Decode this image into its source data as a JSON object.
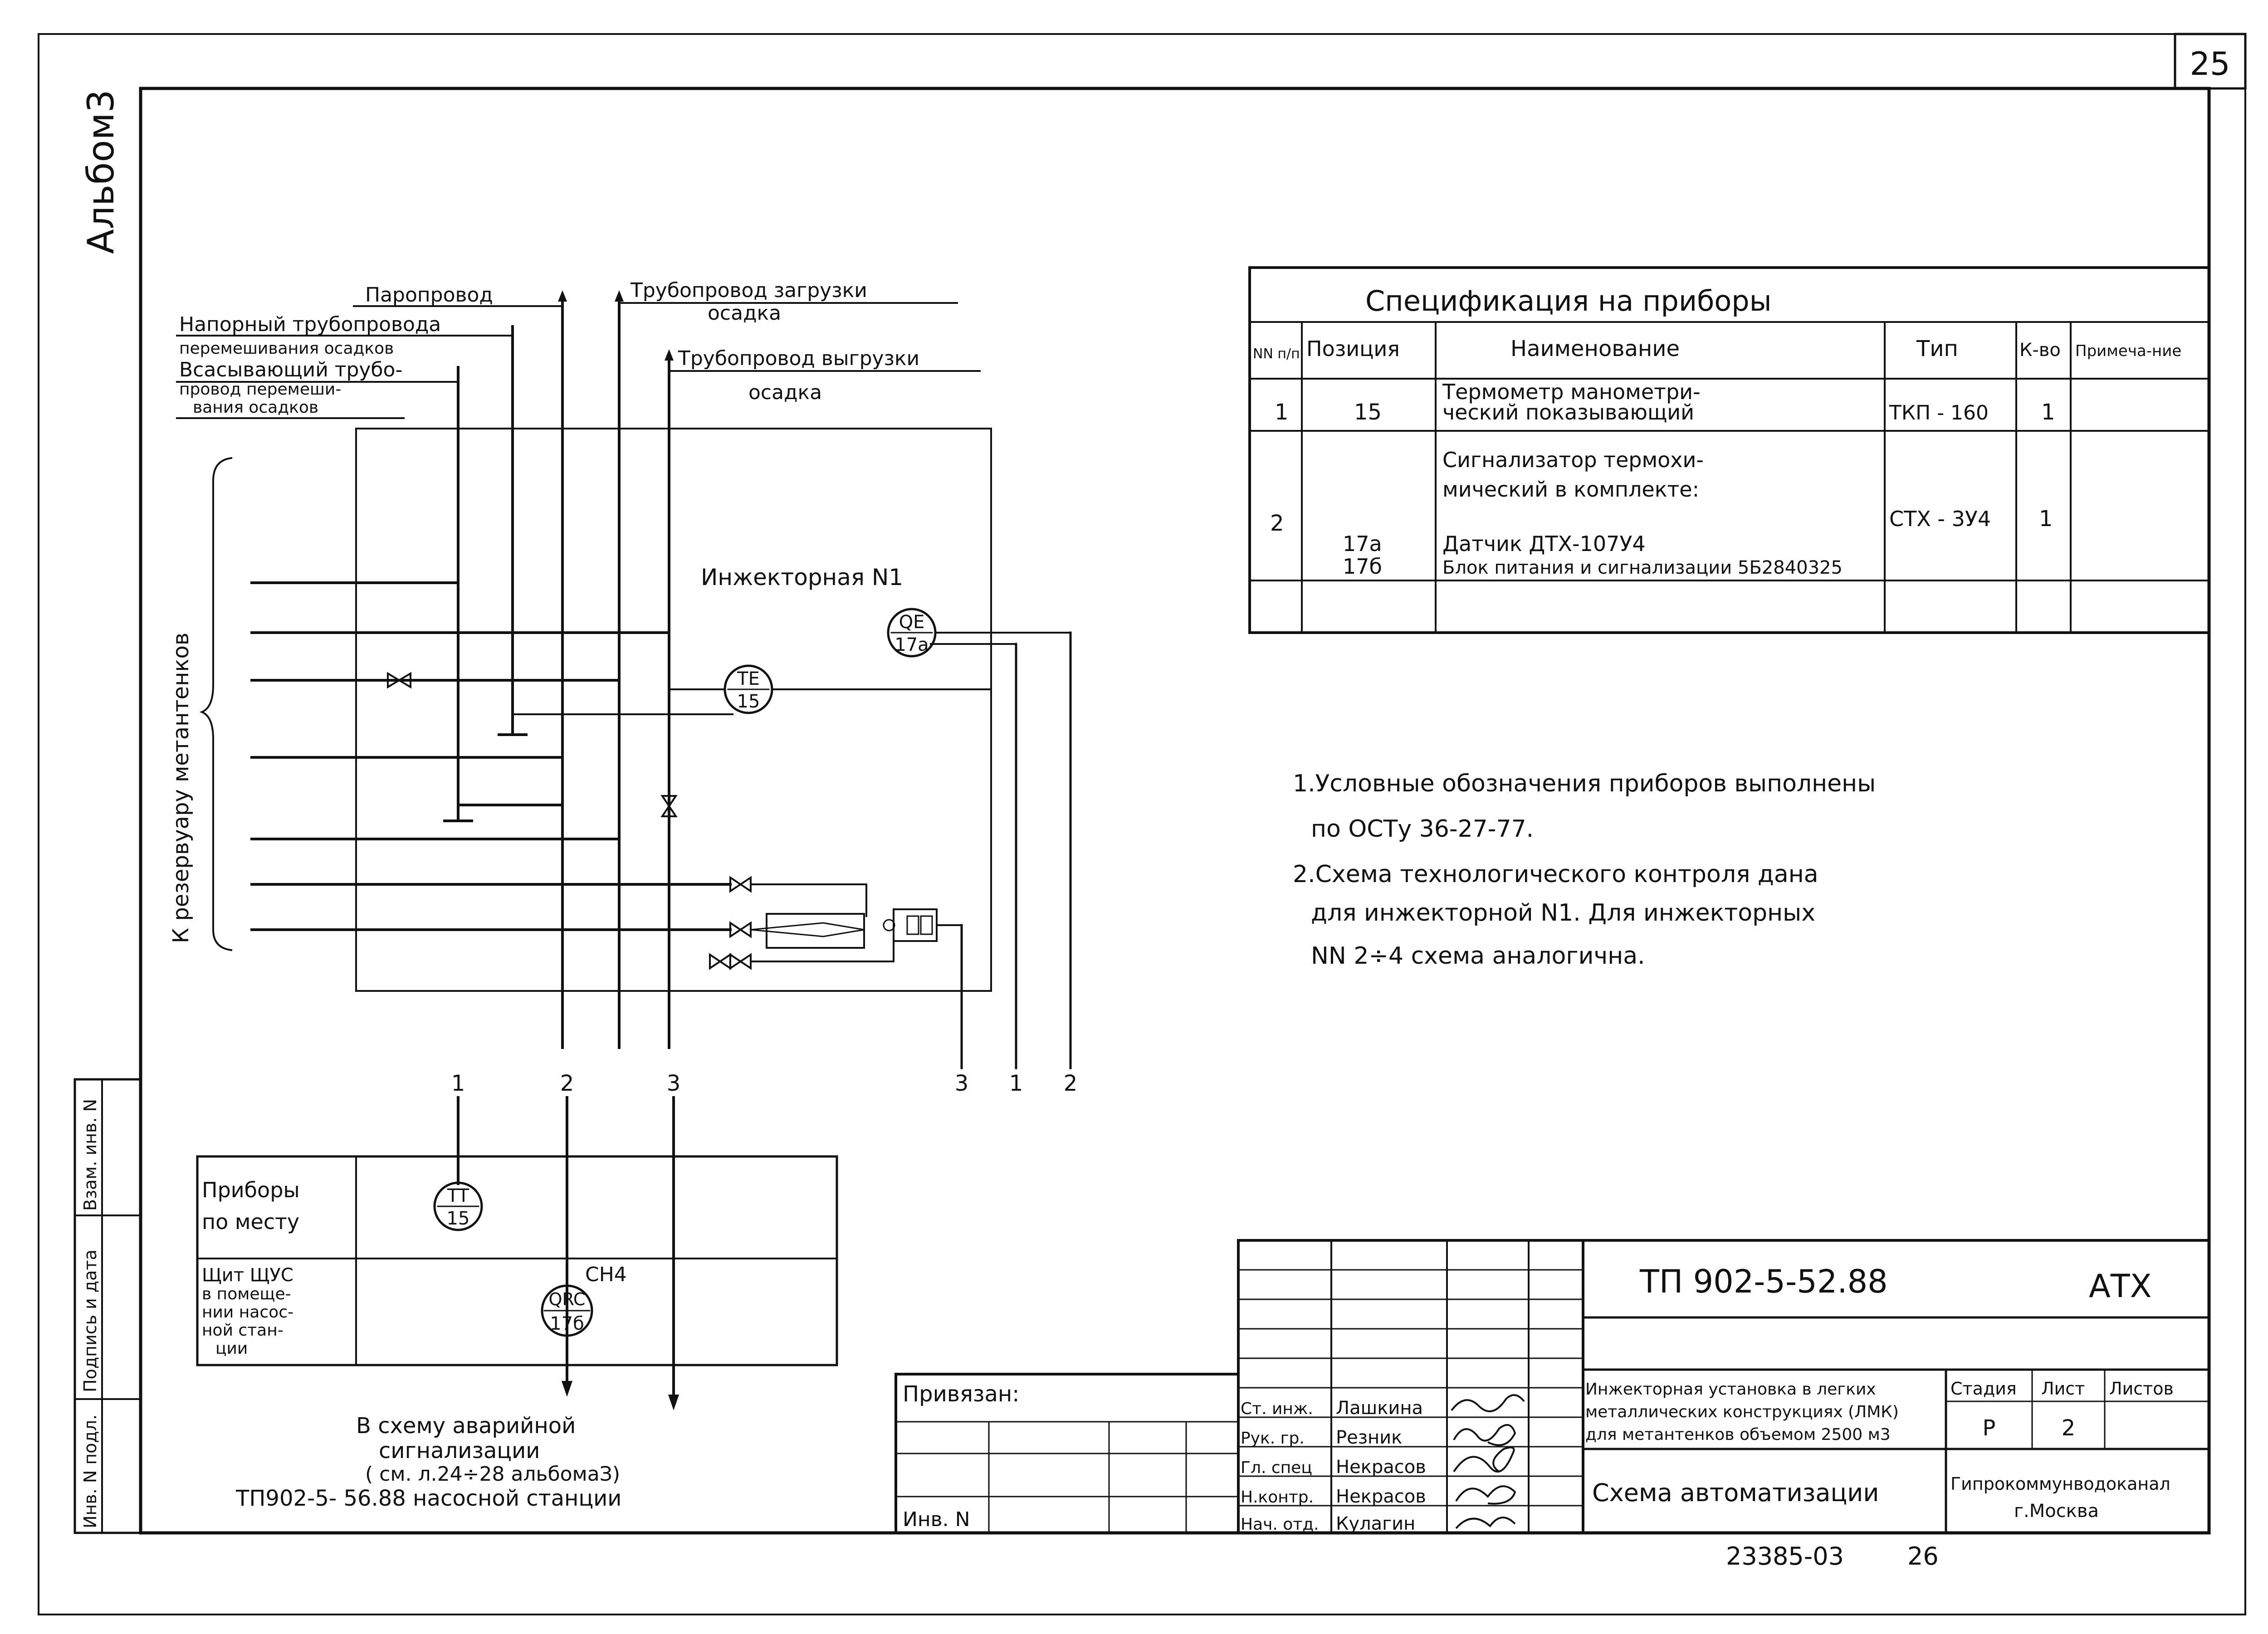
{
  "page": {
    "sheet_number": "25",
    "album": "Альбом3"
  },
  "pipelines": {
    "steam": "Паропровод",
    "mixing_pressure": "Напорный трубопровода",
    "mixing_pressure_2": "перемешивания осадков",
    "suction_1": "Всасывающий трубо-",
    "suction_2": "провод перемеши-",
    "suction_3": "вания осадков",
    "sludge_load_1": "Трубопровод загрузки",
    "sludge_load_2": "осадка",
    "sludge_unload_1": "Трубопровод выгрузки",
    "sludge_unload_2": "осадка"
  },
  "diagram": {
    "side_label": "К резервуару   метантенков",
    "room_label": "Инжекторная N1",
    "instr_qe": [
      "QE",
      "17а"
    ],
    "instr_te": [
      "TE",
      "15"
    ],
    "instr_tt": [
      "TT",
      "15"
    ],
    "instr_qrc": [
      "QRC",
      "17б"
    ],
    "ch4": "CH4",
    "line_numbers_top": [
      "1",
      "2",
      "3"
    ],
    "line_numbers_right": [
      "3",
      "1",
      "2"
    ],
    "loc_local_1": "Приборы",
    "loc_local_2": "по месту",
    "loc_panel": [
      "Щит ЩУС",
      "в помеще-",
      "нии насос-",
      "ной стан-",
      "ции"
    ],
    "alarm_note": [
      "В схему аварийной",
      "сигнализации",
      "( см. л.24÷28 альбомаЗ)",
      "ТП902-5- 56.88 насосной станции"
    ]
  },
  "spec": {
    "title": "Спецификация   на приборы",
    "headers": [
      "NN п/п",
      "Позиция",
      "Наименование",
      "Тип",
      "К-во",
      "Примеча-ние"
    ],
    "rows": [
      {
        "n": "1",
        "pos": "15",
        "name": [
          "Термометр манометри-",
          "ческий   показывающий"
        ],
        "type": "ТКП - 160",
        "qty": "1"
      },
      {
        "n": "2",
        "pos": "17а",
        "pos2": "17б",
        "name": [
          "Сигнализатор  термохи-",
          "мический  в комплекте:",
          "Датчик ДТХ-107У4",
          "Блок питания и сигнализации 5Б2840325"
        ],
        "type": "СТХ - 3У4",
        "qty": "1"
      }
    ]
  },
  "notes": [
    "1.Условные   обозначения приборов выполнены",
    "по ОСТу  36-27-77.",
    "2.Схема   технологического  контроля дана",
    "для инжекторной N1.  Для  инжекторных",
    "NN 2÷4  схема  аналогична."
  ],
  "title_block": {
    "doc_code": "ТП 902-5-52.88",
    "mark": "АТХ",
    "description": [
      "Инжекторная установка в легких",
      "металлических конструкциях (ЛМК)",
      "для метантенков объемом 2500 м3"
    ],
    "stage_label": "Стадия",
    "sheet_label": "Лист",
    "sheets_label": "Листов",
    "stage": "Р",
    "sheet": "2",
    "drawing_title": "Схема автоматизации",
    "organization": [
      "Гипрокоммунводоканал",
      "г.Москва"
    ],
    "linked": "Привязан:",
    "inv": "Инв. N",
    "roles": [
      "Ст. инж.",
      "Рук. гр.",
      "Гл. спец",
      "Н.контр.",
      "Нач. отд."
    ],
    "names": [
      "Лашкина",
      "Резник",
      "Некрасов",
      "Некрасов",
      "Кулагин"
    ],
    "archive": "23385-03",
    "archive_page": "26"
  },
  "side_stamp": [
    "Инв. N подл.",
    "Подпись и дата",
    "Взам. инв. N"
  ]
}
